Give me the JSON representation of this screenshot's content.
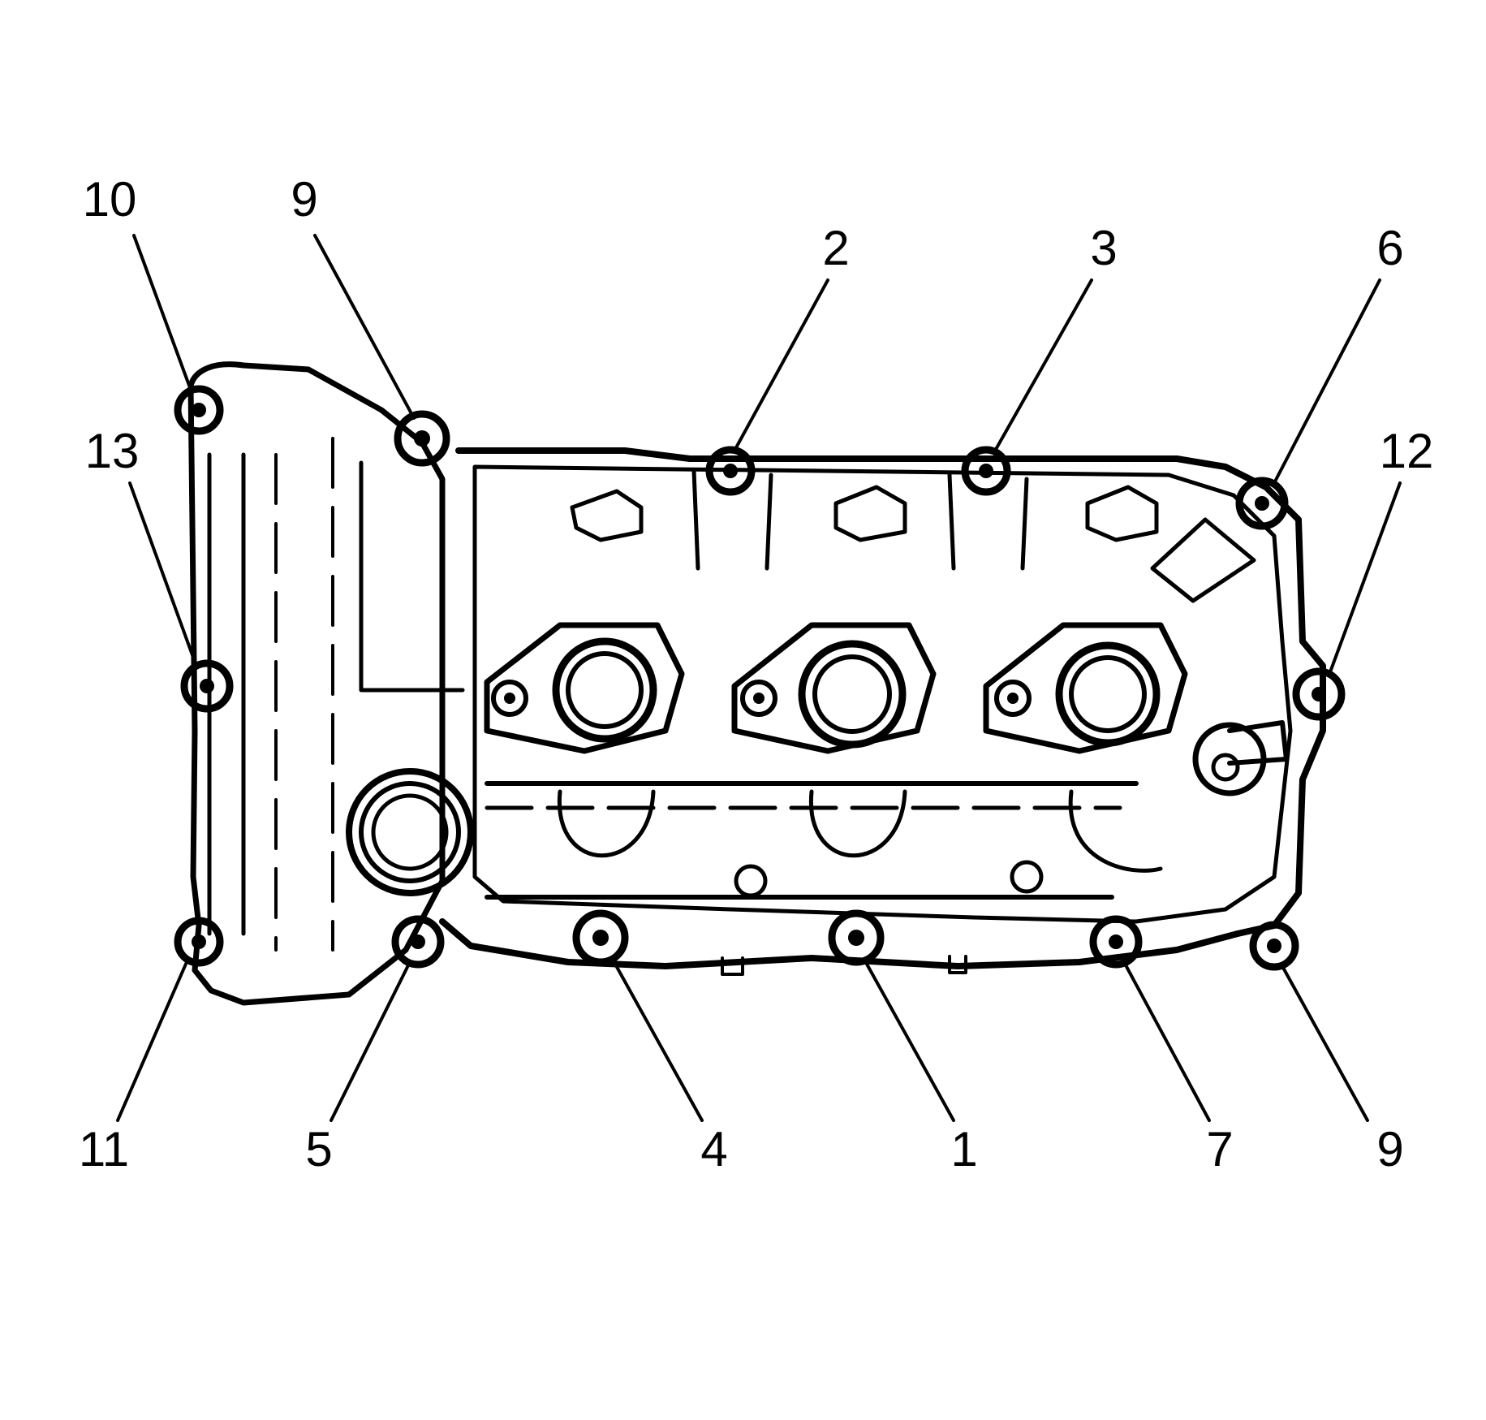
{
  "colors": {
    "line": "#000000",
    "background": "#ffffff"
  },
  "callouts": [
    {
      "id": "c10-top-left",
      "label": "10"
    },
    {
      "id": "c9-top",
      "label": "9"
    },
    {
      "id": "c2",
      "label": "2"
    },
    {
      "id": "c3",
      "label": "3"
    },
    {
      "id": "c6",
      "label": "6"
    },
    {
      "id": "c13",
      "label": "13"
    },
    {
      "id": "c12",
      "label": "12"
    },
    {
      "id": "c11",
      "label": "11"
    },
    {
      "id": "c5",
      "label": "5"
    },
    {
      "id": "c4",
      "label": "4"
    },
    {
      "id": "c1",
      "label": "1"
    },
    {
      "id": "c7",
      "label": "7"
    },
    {
      "id": "c9-bottom",
      "label": "9"
    }
  ]
}
